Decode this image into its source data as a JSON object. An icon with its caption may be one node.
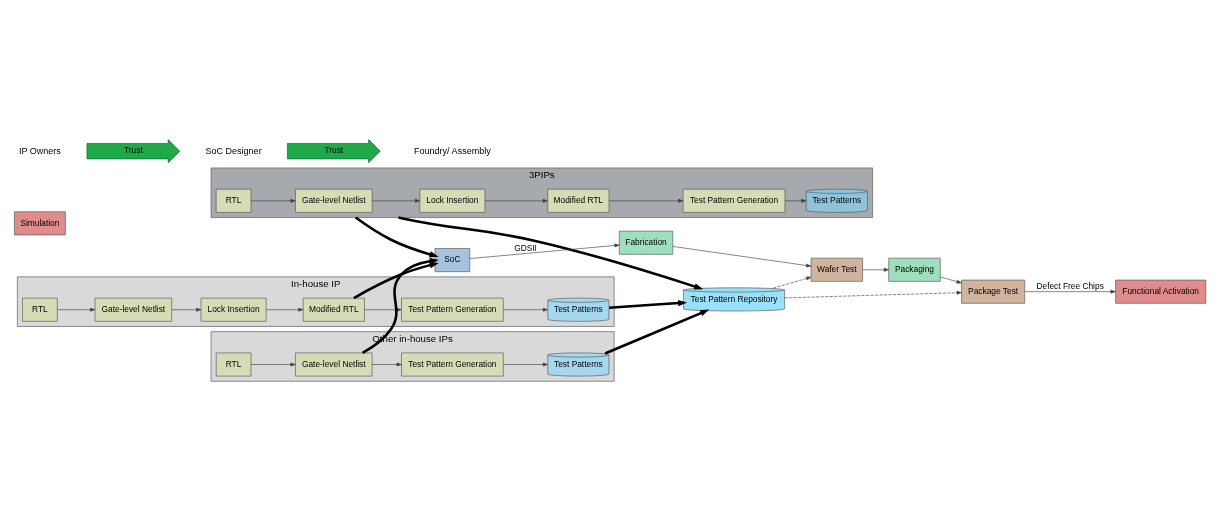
{
  "diagram": {
    "nodes": [
      {
        "text": [
          "3PIPs"
        ]
      },
      {
        "text": [
          "Gate-level Netlist"
        ],
        "in": 0
      },
      {
        "text": [
          "RTL"
        ],
        "in": 0
      },
      {
        "text": [
          "Lock Insertion"
        ],
        "in": 0
      },
      {
        "text": [
          "Modified RTL"
        ],
        "in": 0
      },
      {
        "text": [
          "Test Pattern Generation"
        ],
        "in": 0
      },
      {
        "text": [
          "Test Patterns"
        ],
        "in": 0
      },
      {
        "text": [
          "In-house IP"
        ]
      },
      {
        "text": [
          "Gate-level Netlist"
        ],
        "in": 7
      },
      {
        "text": [
          "RTL"
        ],
        "in": 7
      },
      {
        "text": [
          "Lock Insertion"
        ],
        "in": 7
      },
      {
        "text": [
          "Modified RTL"
        ],
        "in": 7
      },
      {
        "text": [
          "Test Pattern Generation"
        ],
        "in": 7
      },
      {
        "text": [
          "Test Patterns"
        ],
        "in": 7
      },
      {
        "text": [
          "Simulation"
        ]
      },
      {
        "text": [
          "SoC"
        ]
      },
      {
        "text": [
          "Test Pattern Repository"
        ]
      },
      {
        "text": [
          "Other in-house IPs"
        ]
      },
      {
        "text": [
          "RTL"
        ],
        "in": 17
      },
      {
        "text": [
          "Gate-level Netlist"
        ],
        "in": 17
      },
      {
        "text": [
          "Test Pattern Generation"
        ],
        "in": 17
      },
      {
        "text": [
          "Test Patterns"
        ],
        "in": 17
      },
      {
        "text": [
          "Fabrication"
        ]
      },
      {
        "text": [
          "Wafer Test"
        ]
      },
      {
        "text": [
          "Package Test"
        ]
      },
      {
        "text": [
          "Packaging"
        ]
      },
      {
        "text": [
          "Functional Activation"
        ]
      },
      {
        "text": [
          "Trust"
        ]
      },
      {
        "text": [
          "Trust"
        ]
      }
    ],
    "edges": [
      {
        "from": 2,
        "to": 1,
        "arrow": "to"
      },
      {
        "from": 1,
        "to": 3,
        "arrow": "to"
      },
      {
        "from": 3,
        "to": 4,
        "arrow": "to"
      },
      {
        "from": 4,
        "to": 5,
        "arrow": "to"
      },
      {
        "from": 5,
        "to": 6,
        "arrow": "to"
      },
      {
        "from": 0,
        "to": 15,
        "arrow": "to",
        "style": "thick"
      },
      {
        "from": 0,
        "to": 16,
        "arrow": "to",
        "style": "thick"
      },
      {
        "from": 9,
        "to": 8,
        "arrow": "to"
      },
      {
        "from": 8,
        "to": 10,
        "arrow": "to"
      },
      {
        "from": 10,
        "to": 11,
        "arrow": "to"
      },
      {
        "from": 11,
        "to": 12,
        "arrow": "to"
      },
      {
        "from": 12,
        "to": 13,
        "arrow": "to"
      },
      {
        "from": 11,
        "to": 15,
        "arrow": "to",
        "style": "thick"
      },
      {
        "from": 13,
        "to": 16,
        "arrow": "to",
        "style": "thick"
      },
      {
        "from": 18,
        "to": 19,
        "arrow": "to"
      },
      {
        "from": 19,
        "to": 20,
        "arrow": "to"
      },
      {
        "from": 20,
        "to": 21,
        "arrow": "to"
      },
      {
        "from": 19,
        "to": 15,
        "arrow": "to",
        "style": "thick"
      },
      {
        "from": 21,
        "to": 16,
        "arrow": "to",
        "style": "thick"
      },
      {
        "from": 15,
        "to": 22,
        "arrow": "to",
        "label": "GDSII"
      },
      {
        "from": 22,
        "to": 23,
        "arrow": "to"
      },
      {
        "from": 23,
        "to": 25,
        "arrow": "to"
      },
      {
        "from": 25,
        "to": 24,
        "arrow": "to"
      },
      {
        "from": 16,
        "to": 23,
        "arrow": "to",
        "style": "dashed"
      },
      {
        "from": 16,
        "to": 24,
        "arrow": "to",
        "style": "dashed"
      },
      {
        "from": 24,
        "to": 26,
        "arrow": "to",
        "label": "Defect Free Chips"
      }
    ],
    "labels": [
      "IP Owners",
      "SoC Designer",
      "Foundry/ Assembly"
    ]
  }
}
